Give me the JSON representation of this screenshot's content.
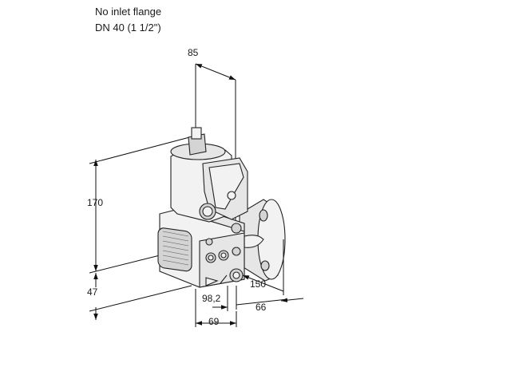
{
  "caption": {
    "line1": "No inlet flange",
    "line2": "DN 40 (1 1/2\")"
  },
  "dimensions": {
    "d85": "85",
    "d170": "170",
    "d47": "47",
    "d150": "150",
    "d98": "98,2",
    "d66": "66",
    "d69": "69"
  }
}
